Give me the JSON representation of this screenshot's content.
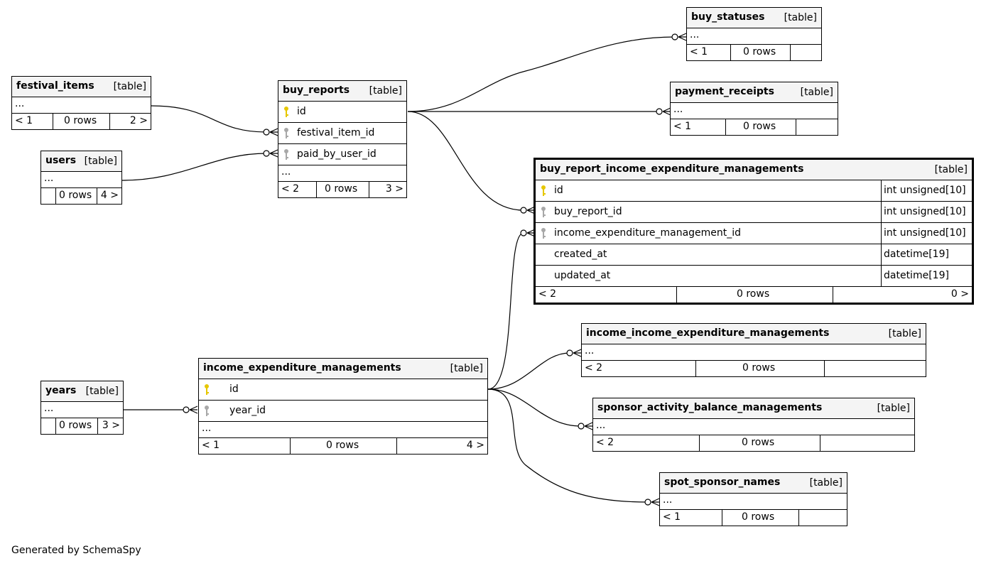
{
  "tables": {
    "buy_statuses": {
      "name": "buy_statuses",
      "kind": "[table]",
      "more": "...",
      "parents": "< 1",
      "rows": "0 rows",
      "children": ""
    },
    "payment_receipts": {
      "name": "payment_receipts",
      "kind": "[table]",
      "more": "...",
      "parents": "< 1",
      "rows": "0 rows",
      "children": ""
    },
    "festival_items": {
      "name": "festival_items",
      "kind": "[table]",
      "more": "...",
      "parents": "< 1",
      "rows": "0 rows",
      "children": "2 >"
    },
    "users": {
      "name": "users",
      "kind": "[table]",
      "more": "...",
      "parents": "",
      "rows": "0 rows",
      "children": "4 >"
    },
    "buy_reports": {
      "name": "buy_reports",
      "kind": "[table]",
      "more": "...",
      "parents": "< 2",
      "rows": "0 rows",
      "children": "3 >",
      "columns": [
        {
          "name": "id",
          "key": "primary"
        },
        {
          "name": "festival_item_id",
          "key": "foreign"
        },
        {
          "name": "paid_by_user_id",
          "key": "foreign"
        }
      ]
    },
    "buy_report_iem": {
      "name": "buy_report_income_expenditure_managements",
      "kind": "[table]",
      "parents": "< 2",
      "rows": "0 rows",
      "children": "0 >",
      "columns": [
        {
          "name": "id",
          "type": "int unsigned[10]",
          "key": "primary"
        },
        {
          "name": "buy_report_id",
          "type": "int unsigned[10]",
          "key": "foreign"
        },
        {
          "name": "income_expenditure_management_id",
          "type": "int unsigned[10]",
          "key": "foreign"
        },
        {
          "name": "created_at",
          "type": "datetime[19]",
          "key": ""
        },
        {
          "name": "updated_at",
          "type": "datetime[19]",
          "key": ""
        }
      ]
    },
    "income_iem": {
      "name": "income_income_expenditure_managements",
      "kind": "[table]",
      "more": "...",
      "parents": "< 2",
      "rows": "0 rows",
      "children": ""
    },
    "sponsor_abm": {
      "name": "sponsor_activity_balance_managements",
      "kind": "[table]",
      "more": "...",
      "parents": "< 2",
      "rows": "0 rows",
      "children": ""
    },
    "spot_sponsor_names": {
      "name": "spot_sponsor_names",
      "kind": "[table]",
      "more": "...",
      "parents": "< 1",
      "rows": "0 rows",
      "children": ""
    },
    "years": {
      "name": "years",
      "kind": "[table]",
      "more": "...",
      "parents": "",
      "rows": "0 rows",
      "children": "3 >"
    },
    "iem": {
      "name": "income_expenditure_managements",
      "kind": "[table]",
      "more": "...",
      "parents": "< 1",
      "rows": "0 rows",
      "children": "4 >",
      "columns": [
        {
          "name": "id",
          "key": "primary"
        },
        {
          "name": "year_id",
          "key": "foreign"
        }
      ]
    }
  },
  "colors": {
    "primary_key": "#e6c700",
    "foreign_key": "#a8a8a8",
    "header_bg": "#f4f4f4",
    "line": "#000000"
  },
  "footer": {
    "generated_by": "Generated by SchemaSpy"
  }
}
